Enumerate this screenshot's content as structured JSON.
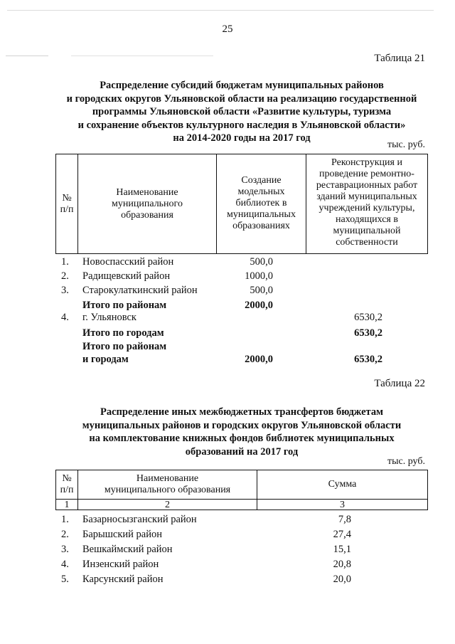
{
  "page_number": "25",
  "table21": {
    "label": "Таблица 21",
    "title_lines": [
      "Распределение субсидий бюджетам муниципальных районов",
      "и городских округов Ульяновской области на реализацию государственной",
      "программы Ульяновской области «Развитие культуры, туризма",
      "и сохранение объектов культурного наследия в Ульяновской области»",
      "на 2014-2020 годы на 2017 год"
    ],
    "units": "тыс. руб.",
    "headers": {
      "num": [
        "№",
        "п/п"
      ],
      "name": [
        "Наименование",
        "муниципального",
        "образования"
      ],
      "col1": [
        "Создание",
        "модельных",
        "библиотек в",
        "муниципальных",
        "образованиях"
      ],
      "col2": [
        "Реконструкция и",
        "проведение ремонтно-",
        "реставрационных работ",
        "зданий муниципальных",
        "учреждений культуры,",
        "находящихся в",
        "муниципальной",
        "собственности"
      ]
    },
    "rows": [
      {
        "num": "1.",
        "name": "Новоспасский район",
        "v1": "500,0",
        "v2": ""
      },
      {
        "num": "2.",
        "name": "Радищевский район",
        "v1": "1000,0",
        "v2": ""
      },
      {
        "num": "3.",
        "name": "Старокулаткинский район",
        "v1": "500,0",
        "v2": ""
      },
      {
        "num": "",
        "name": "Итого по районам",
        "v1": "2000,0",
        "v2": "",
        "bold": true
      },
      {
        "num": "4.",
        "name": "г. Ульяновск",
        "v1": "",
        "v2": "6530,2"
      },
      {
        "num": "",
        "name": "Итого по городам",
        "v1": "",
        "v2": "6530,2",
        "bold": true
      }
    ],
    "total": {
      "name_lines": [
        "Итого по районам",
        "и городам"
      ],
      "v1": "2000,0",
      "v2": "6530,2"
    }
  },
  "table22": {
    "label": "Таблица 22",
    "title_lines": [
      "Распределение иных межбюджетных трансфертов бюджетам",
      "муниципальных районов и городских округов Ульяновской области",
      "на комплектование книжных фондов библиотек муниципальных",
      "образований на 2017 год"
    ],
    "units": "тыс. руб.",
    "headers": {
      "num": [
        "№",
        "п/п"
      ],
      "name": [
        "Наименование",
        "муниципального образования"
      ],
      "sum": "Сумма"
    },
    "index_row": [
      "1",
      "2",
      "3"
    ],
    "rows": [
      {
        "num": "1.",
        "name": "Базарносызганский район",
        "sum": "7,8"
      },
      {
        "num": "2.",
        "name": "Барышский район",
        "sum": "27,4"
      },
      {
        "num": "3.",
        "name": "Вешкаймский район",
        "sum": "15,1"
      },
      {
        "num": "4.",
        "name": "Инзенский район",
        "sum": "20,8"
      },
      {
        "num": "5.",
        "name": "Карсунский район",
        "sum": "20,0"
      }
    ]
  }
}
